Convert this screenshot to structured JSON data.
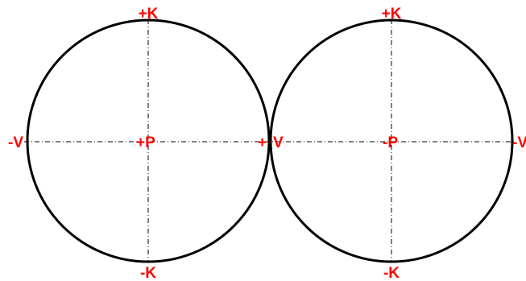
{
  "colors": {
    "label": "#ff0000",
    "circle": "#000000",
    "axis": "#000000",
    "background": "#ffffff"
  },
  "left_circle": {
    "top_label": "+K",
    "bottom_label": "-K",
    "left_label": "-V",
    "center_label": "+P",
    "right_label": "+"
  },
  "shared": {
    "tangent_label": "V"
  },
  "right_circle": {
    "top_label": "+K",
    "bottom_label": "-K",
    "center_label": "-P",
    "right_label": "-V"
  }
}
